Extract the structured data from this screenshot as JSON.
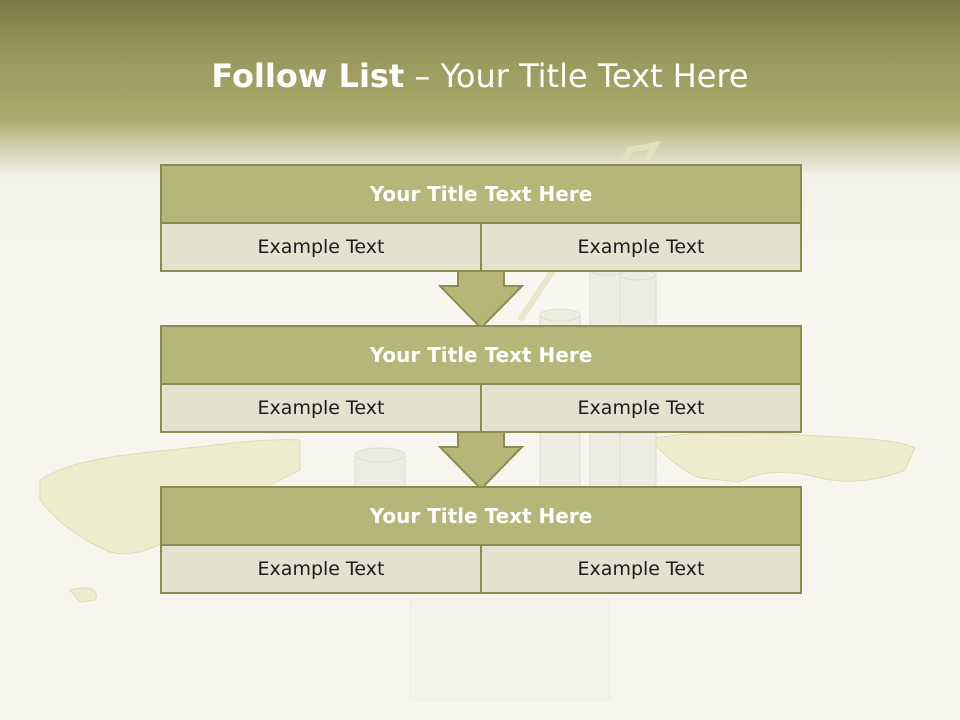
{
  "slide": {
    "title_bold": "Follow List",
    "title_rest": " – Your Title Text Here"
  },
  "steps": [
    {
      "title": "Your Title Text Here",
      "left": "Example Text",
      "right": "Example Text"
    },
    {
      "title": "Your Title Text Here",
      "left": "Example Text",
      "right": "Example Text"
    },
    {
      "title": "Your Title Text Here",
      "left": "Example Text",
      "right": "Example Text"
    }
  ],
  "colors": {
    "header_band": "#9a9a5e",
    "step_title_fill": "#b6b678",
    "step_border": "#8c8c52",
    "cell_fill": "#e2e2cf",
    "arrow_fill": "#b6b678"
  }
}
